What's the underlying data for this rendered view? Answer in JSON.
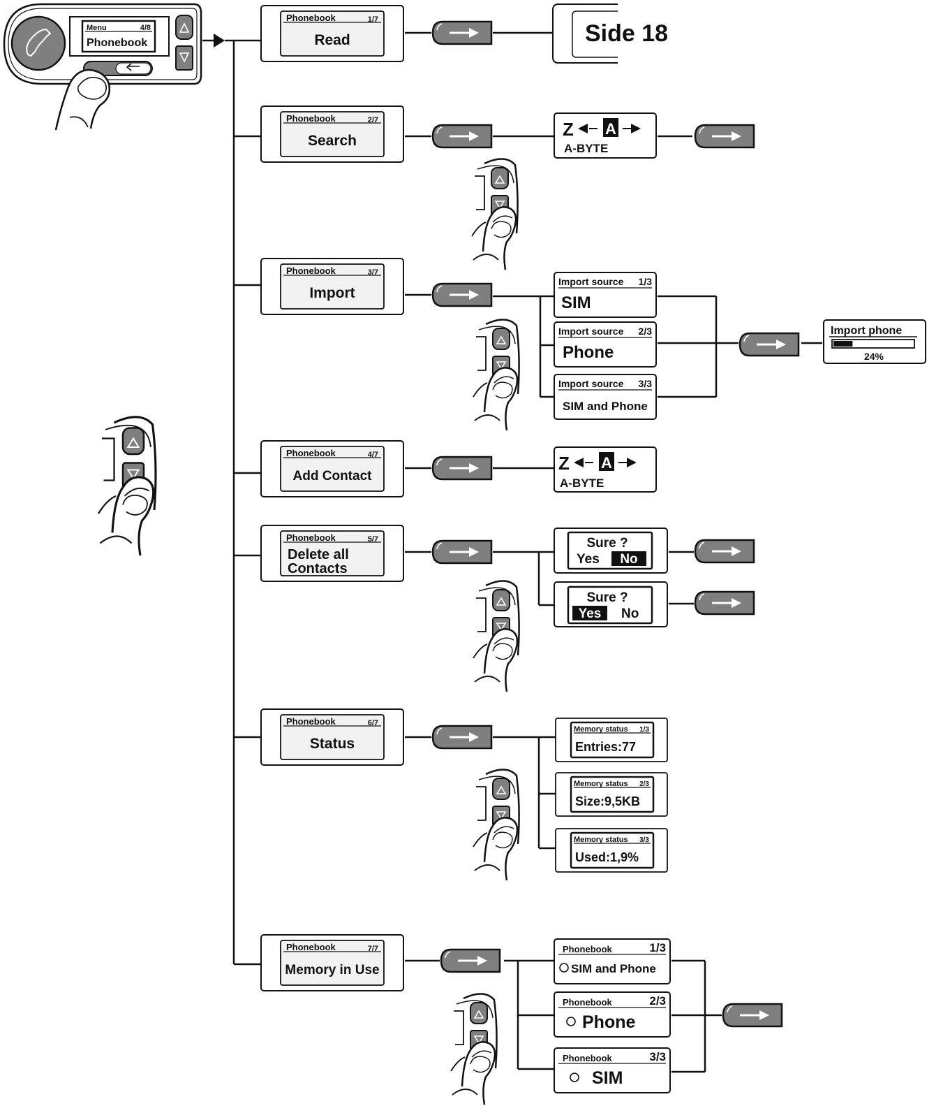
{
  "device": {
    "screen_header": "Menu",
    "screen_index": "4/8",
    "screen_value": "Phonebook"
  },
  "menu_items": [
    {
      "header": "Phonebook",
      "index": "1/7",
      "label": "Read"
    },
    {
      "header": "Phonebook",
      "index": "2/7",
      "label": "Search"
    },
    {
      "header": "Phonebook",
      "index": "3/7",
      "label": "Import"
    },
    {
      "header": "Phonebook",
      "index": "4/7",
      "label": "Add Contact"
    },
    {
      "header": "Phonebook",
      "index": "5/7",
      "label_line1": "Delete all",
      "label_line2": "Contacts"
    },
    {
      "header": "Phonebook",
      "index": "6/7",
      "label": "Status"
    },
    {
      "header": "Phonebook",
      "index": "7/7",
      "label": "Memory in Use"
    }
  ],
  "read": {
    "page_ref": "Side 18"
  },
  "alpha_picker": {
    "first": "Z",
    "current": "A",
    "range": "A-BYTE"
  },
  "import_sources": [
    {
      "header": "Import source",
      "index": "1/3",
      "value": "SIM"
    },
    {
      "header": "Import source",
      "index": "2/3",
      "value": "Phone"
    },
    {
      "header": "Import source",
      "index": "3/3",
      "value": "SIM and Phone"
    }
  ],
  "import_progress": {
    "title": "Import phone",
    "percent_label": "24%",
    "fraction": 0.24
  },
  "confirm": {
    "question": "Sure ?",
    "yes": "Yes",
    "no": "No"
  },
  "memory_status": [
    {
      "header": "Memory status",
      "index": "1/3",
      "value": "Entries:77"
    },
    {
      "header": "Memory status",
      "index": "2/3",
      "value": "Size:9,5KB"
    },
    {
      "header": "Memory status",
      "index": "3/3",
      "value": "Used:1,9%"
    }
  ],
  "memory_in_use": [
    {
      "header": "Phonebook",
      "index": "1/3",
      "value": "SIM and Phone"
    },
    {
      "header": "Phonebook",
      "index": "2/3",
      "value": "Phone"
    },
    {
      "header": "Phonebook",
      "index": "3/3",
      "value": "SIM"
    }
  ],
  "icons": {
    "arrow_button": "right-arrow-button-icon",
    "nav_keys": "up-down-key-icon",
    "finger": "finger-press-icon",
    "radio": "radio-empty-icon"
  }
}
